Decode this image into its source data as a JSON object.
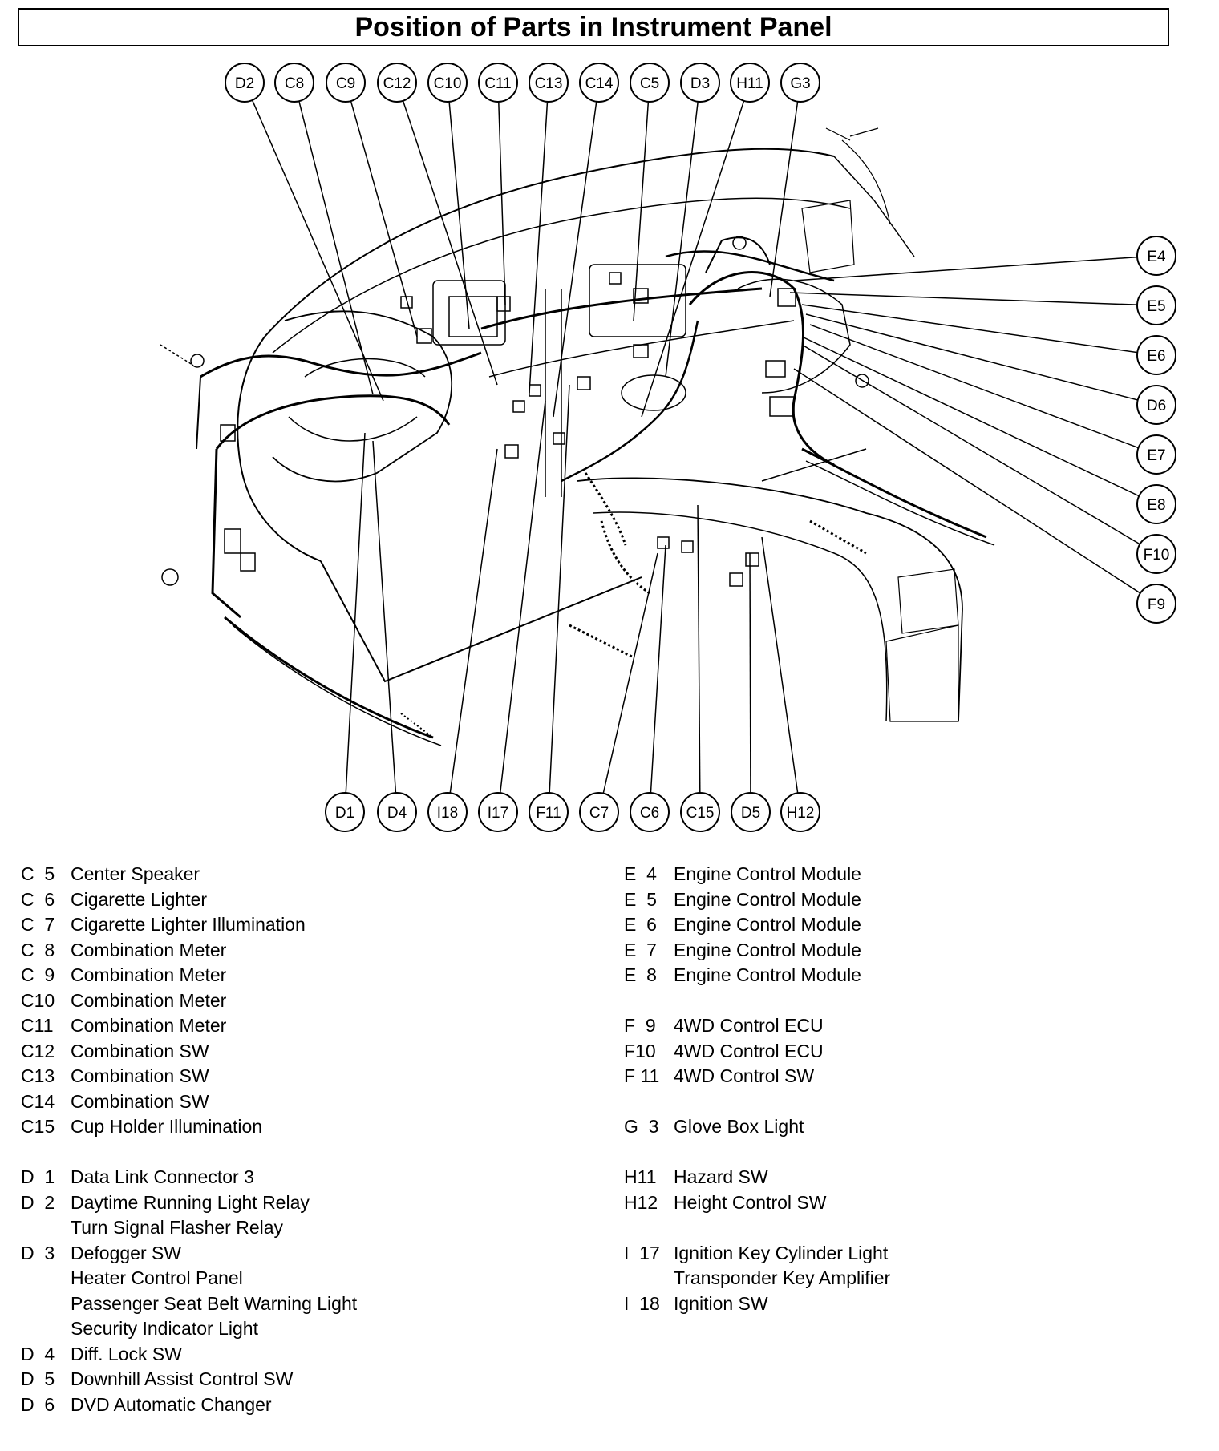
{
  "title": "Position of Parts in Instrument Panel",
  "callouts_top": [
    "D2",
    "C8",
    "C9",
    "C12",
    "C10",
    "C11",
    "C13",
    "C14",
    "C5",
    "D3",
    "H11",
    "G3"
  ],
  "callouts_right": [
    "E4",
    "E5",
    "E6",
    "D6",
    "E7",
    "E8",
    "F10",
    "F9"
  ],
  "callouts_bottom": [
    "D1",
    "D4",
    "I18",
    "I17",
    "F11",
    "C7",
    "C6",
    "C15",
    "D5",
    "H12"
  ],
  "legend_left": [
    {
      "code": "C  5",
      "name": "Center Speaker"
    },
    {
      "code": "C  6",
      "name": "Cigarette Lighter"
    },
    {
      "code": "C  7",
      "name": "Cigarette Lighter Illumination"
    },
    {
      "code": "C  8",
      "name": "Combination Meter"
    },
    {
      "code": "C  9",
      "name": "Combination Meter"
    },
    {
      "code": "C10",
      "name": "Combination Meter"
    },
    {
      "code": "C11",
      "name": "Combination Meter"
    },
    {
      "code": "C12",
      "name": "Combination SW"
    },
    {
      "code": "C13",
      "name": "Combination SW"
    },
    {
      "code": "C14",
      "name": "Combination SW"
    },
    {
      "code": "C15",
      "name": "Cup Holder Illumination"
    },
    {
      "code": "",
      "name": ""
    },
    {
      "code": "D  1",
      "name": "Data Link Connector 3"
    },
    {
      "code": "D  2",
      "name": "Daytime Running Light Relay"
    },
    {
      "code": "",
      "name": "Turn Signal Flasher Relay"
    },
    {
      "code": "D  3",
      "name": "Defogger SW"
    },
    {
      "code": "",
      "name": "Heater Control Panel"
    },
    {
      "code": "",
      "name": "Passenger Seat Belt Warning Light"
    },
    {
      "code": "",
      "name": "Security Indicator Light"
    },
    {
      "code": "D  4",
      "name": "Diff. Lock SW"
    },
    {
      "code": "D  5",
      "name": "Downhill Assist Control SW"
    },
    {
      "code": "D  6",
      "name": "DVD Automatic Changer"
    }
  ],
  "legend_right": [
    {
      "code": "E  4",
      "name": "Engine Control Module"
    },
    {
      "code": "E  5",
      "name": "Engine Control Module"
    },
    {
      "code": "E  6",
      "name": "Engine Control Module"
    },
    {
      "code": "E  7",
      "name": "Engine Control Module"
    },
    {
      "code": "E  8",
      "name": "Engine Control Module"
    },
    {
      "code": "",
      "name": ""
    },
    {
      "code": "F  9",
      "name": "4WD Control ECU"
    },
    {
      "code": "F10",
      "name": "4WD Control ECU"
    },
    {
      "code": "F 11",
      "name": "4WD Control SW"
    },
    {
      "code": "",
      "name": ""
    },
    {
      "code": "G  3",
      "name": "Glove Box Light"
    },
    {
      "code": "",
      "name": ""
    },
    {
      "code": "H11",
      "name": "Hazard SW"
    },
    {
      "code": "H12",
      "name": "Height Control SW"
    },
    {
      "code": "",
      "name": ""
    },
    {
      "code": "I  17",
      "name": "Ignition Key Cylinder Light"
    },
    {
      "code": "",
      "name": "Transponder Key Amplifier"
    },
    {
      "code": "I  18",
      "name": "Ignition SW"
    }
  ]
}
